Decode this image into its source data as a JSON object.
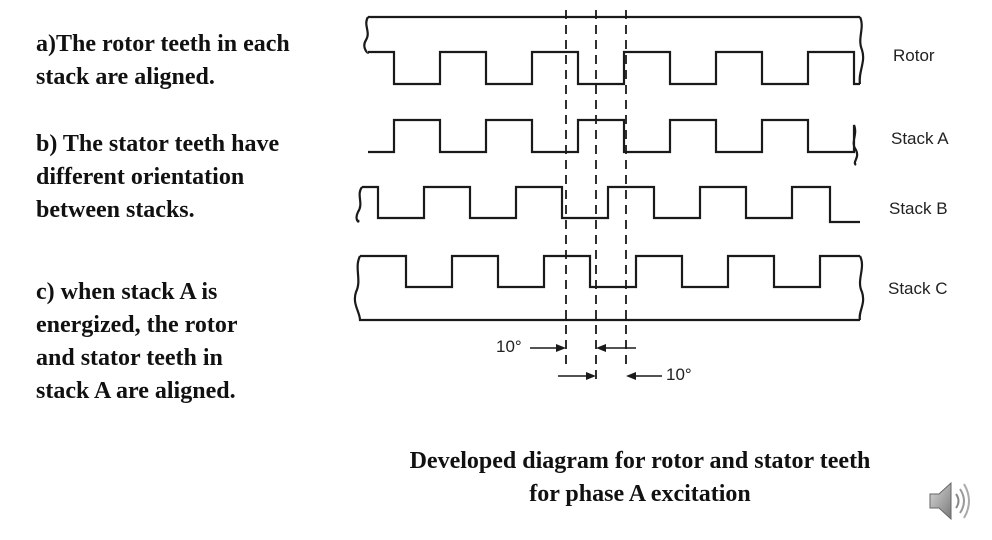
{
  "text": {
    "a": "a)The rotor teeth in each\nstack  are aligned.",
    "b": "b) The stator  teeth have\ndifferent orientation\nbetween stacks.",
    "c": " c) when stack A is\nenergized, the rotor\nand stator teeth in\nstack A  are aligned."
  },
  "labels": {
    "rotor": "Rotor",
    "stack_a": "Stack A",
    "stack_b": "Stack B",
    "stack_c": "Stack C",
    "angle_1": "10°",
    "angle_2": "10°"
  },
  "caption": {
    "line1": "Developed diagram for rotor and stator teeth",
    "line2": "for phase A excitation"
  },
  "icons": {
    "audio": "speaker-icon"
  },
  "colors": {
    "line": "#1a1a1a",
    "text": "#111111"
  }
}
